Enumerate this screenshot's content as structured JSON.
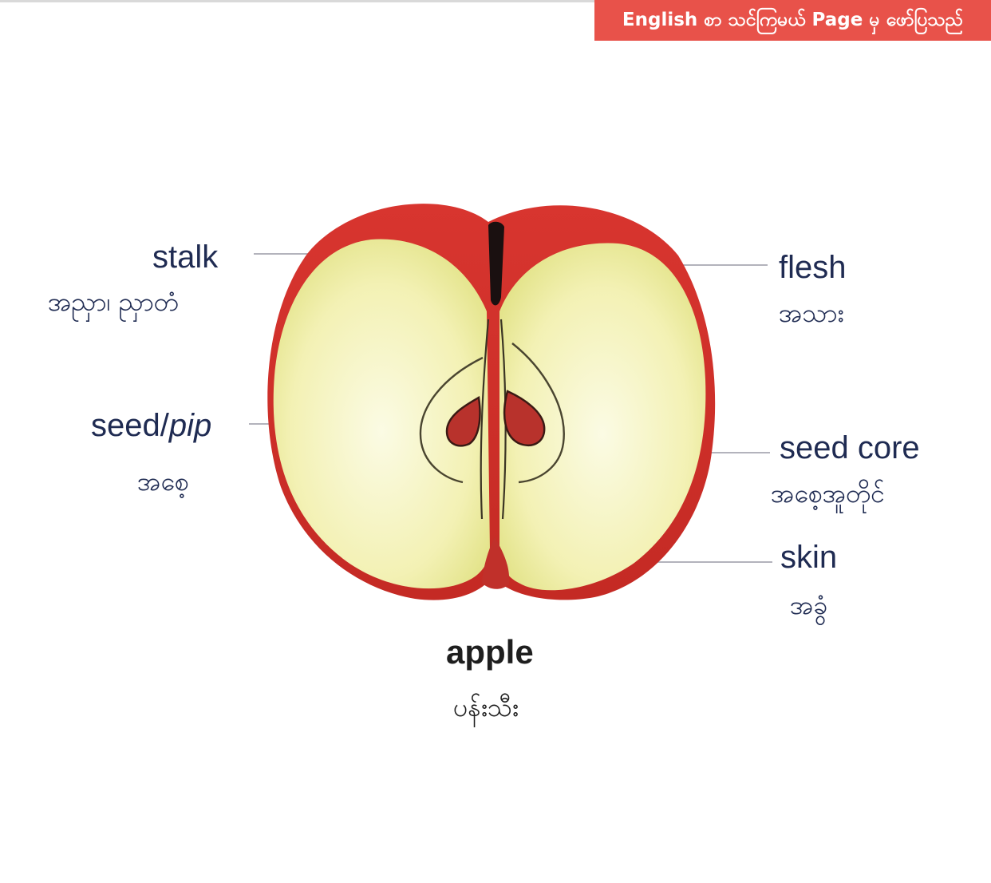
{
  "banner": {
    "text": "English စာ သင်ကြမယ် Page မှ ဖော်ပြသည်"
  },
  "diagram": {
    "title_en": "apple",
    "title_my": "ပန်းသီး",
    "labels": {
      "stalk": {
        "en": "stalk",
        "my": "အညှာ၊ ညှာတံ"
      },
      "seed": {
        "en": "seed/",
        "en_italic": "pip",
        "my": "အစေ့"
      },
      "flesh": {
        "en": "flesh",
        "my": "အသား"
      },
      "core": {
        "en": "seed core",
        "my": "အစေ့အူတိုင်"
      },
      "skin": {
        "en": "skin",
        "my": "အခွံ"
      }
    }
  },
  "colors": {
    "banner": "#e8524a",
    "label_text": "#1f2b52",
    "skin_red": "#d8352f",
    "flesh": "#f4f2b8",
    "leader_line": "#9a9aa6"
  }
}
